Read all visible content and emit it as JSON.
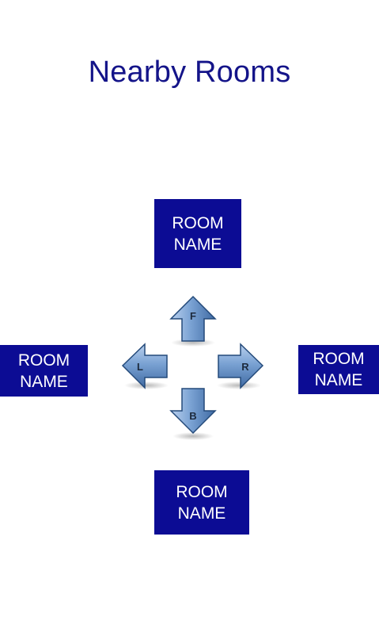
{
  "screen": {
    "title": "Nearby Rooms"
  },
  "rooms": {
    "front": {
      "line1": "ROOM",
      "line2": "NAME"
    },
    "left": {
      "line1": "ROOM",
      "line2": "NAME"
    },
    "right": {
      "line1": "ROOM",
      "line2": "NAME"
    },
    "back": {
      "line1": "ROOM",
      "line2": "NAME"
    }
  },
  "arrows": {
    "forward": {
      "letter": "F",
      "icon": "arrow-up-icon"
    },
    "left": {
      "letter": "L",
      "icon": "arrow-left-icon"
    },
    "right": {
      "letter": "R",
      "icon": "arrow-right-icon"
    },
    "back": {
      "letter": "B",
      "icon": "arrow-down-icon"
    }
  },
  "colors": {
    "title": "#141489",
    "room_box": "#0c0c94",
    "room_text": "#ffffff",
    "arrow_light": "#a9c4e6",
    "arrow_dark": "#3f6aa3",
    "arrow_outline": "#244a7a"
  }
}
